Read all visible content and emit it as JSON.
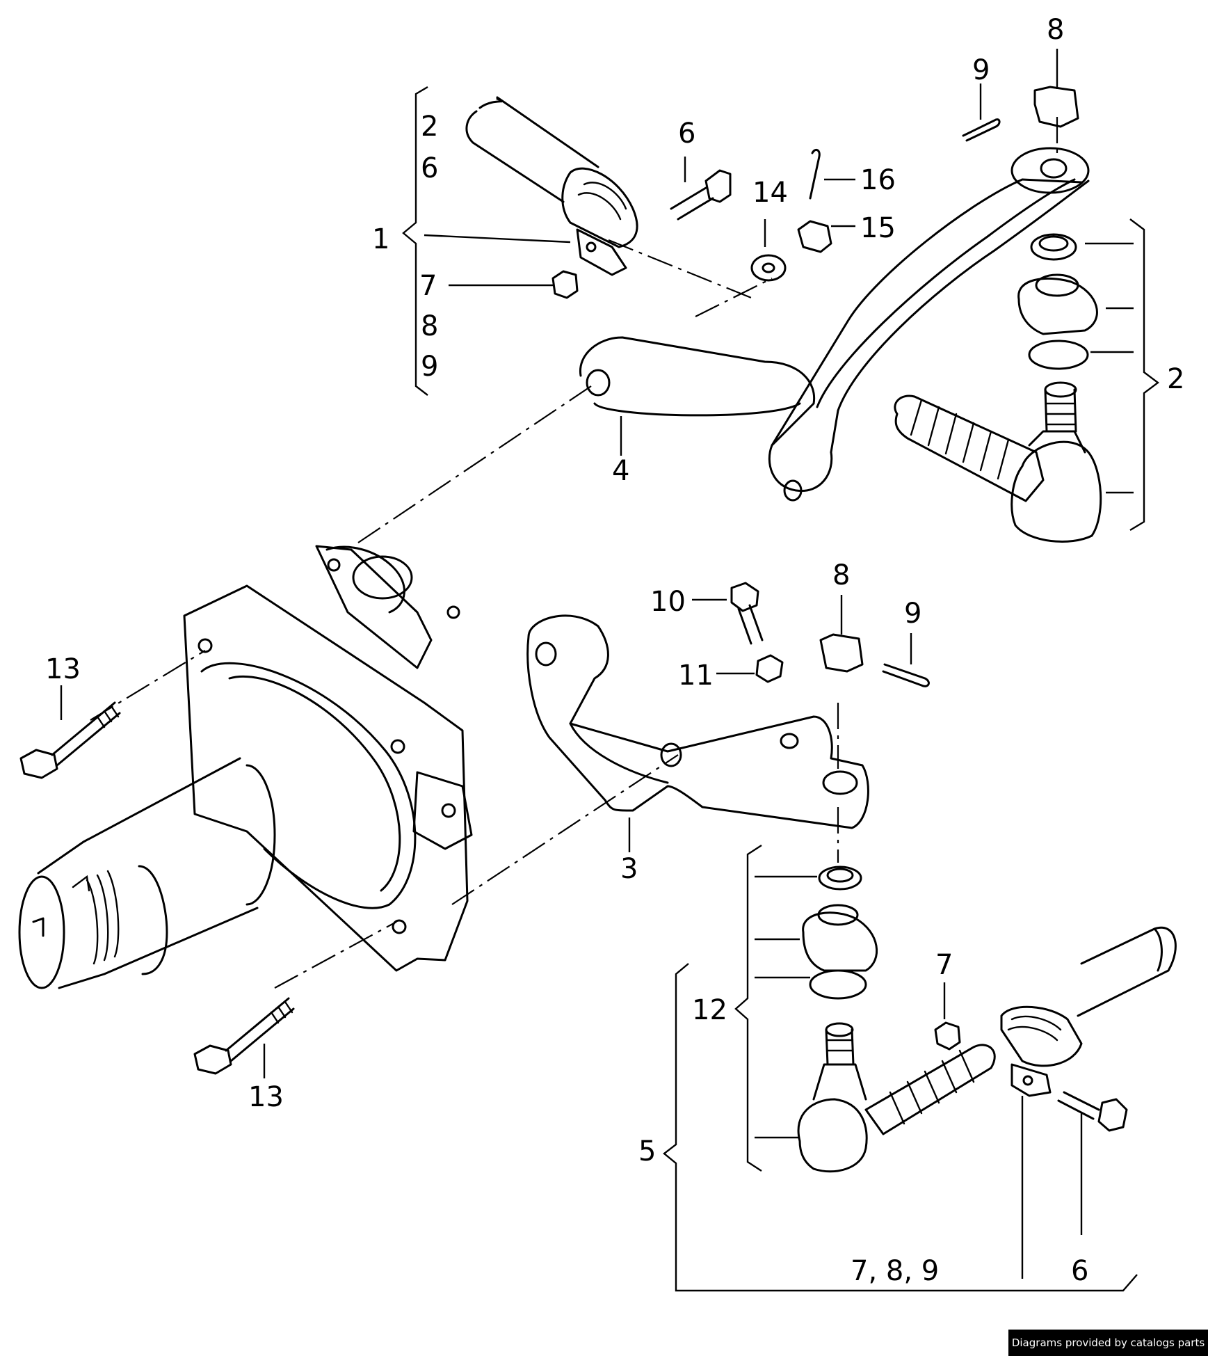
{
  "callouts": [
    {
      "id": "c1",
      "text": "1"
    },
    {
      "id": "c2a",
      "text": "2"
    },
    {
      "id": "c2b",
      "text": "2"
    },
    {
      "id": "c3",
      "text": "3"
    },
    {
      "id": "c4",
      "text": "4"
    },
    {
      "id": "c5",
      "text": "5"
    },
    {
      "id": "c6a",
      "text": "6"
    },
    {
      "id": "c6b",
      "text": "6"
    },
    {
      "id": "c6c",
      "text": "6"
    },
    {
      "id": "c7a",
      "text": "7"
    },
    {
      "id": "c7b",
      "text": "7"
    },
    {
      "id": "c8a",
      "text": "8"
    },
    {
      "id": "c8b",
      "text": "8"
    },
    {
      "id": "c8c",
      "text": "8"
    },
    {
      "id": "c9a",
      "text": "9"
    },
    {
      "id": "c9b",
      "text": "9"
    },
    {
      "id": "c9c",
      "text": "9"
    },
    {
      "id": "c10",
      "text": "10"
    },
    {
      "id": "c11",
      "text": "11"
    },
    {
      "id": "c12",
      "text": "12"
    },
    {
      "id": "c13a",
      "text": "13"
    },
    {
      "id": "c13b",
      "text": "13"
    },
    {
      "id": "c14",
      "text": "14"
    },
    {
      "id": "c15",
      "text": "15"
    },
    {
      "id": "c16",
      "text": "16"
    },
    {
      "id": "c789",
      "text": "7,  8,  9"
    }
  ],
  "credit": "Diagrams provided by catalogs parts"
}
